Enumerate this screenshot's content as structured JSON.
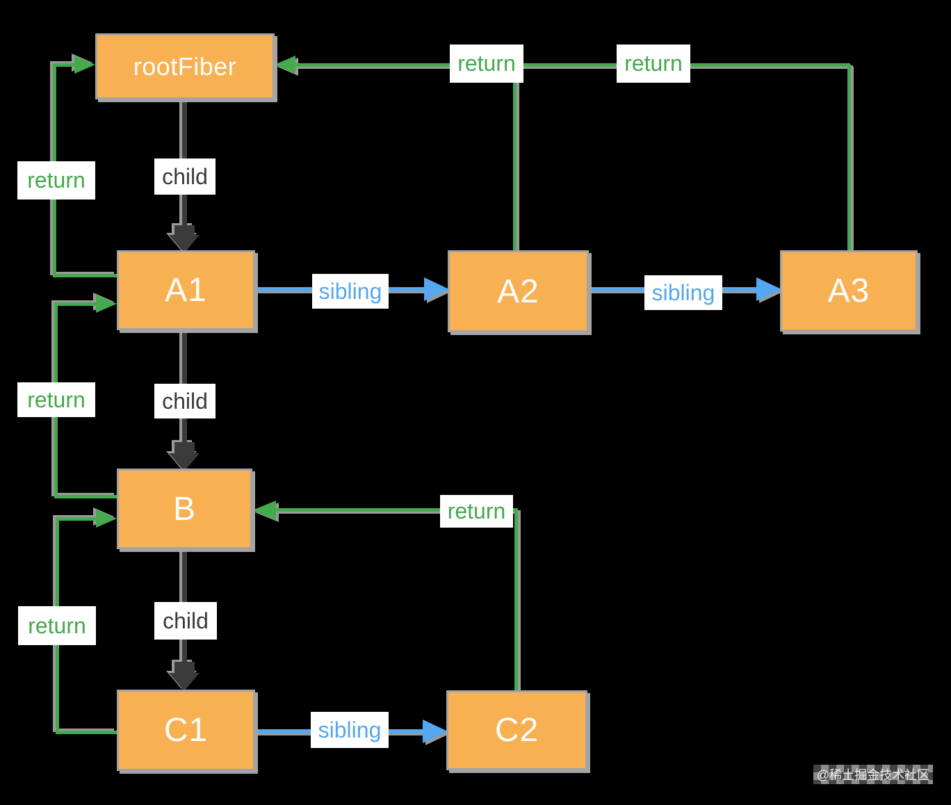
{
  "diagram": {
    "description": "React fiber tree traversal diagram with child, sibling and return pointers",
    "background": "#000000"
  },
  "nodes": [
    {
      "id": "rootFiber",
      "label": "rootFiber"
    },
    {
      "id": "A1",
      "label": "A1"
    },
    {
      "id": "A2",
      "label": "A2"
    },
    {
      "id": "A3",
      "label": "A3"
    },
    {
      "id": "B",
      "label": "B"
    },
    {
      "id": "C1",
      "label": "C1"
    },
    {
      "id": "C2",
      "label": "C2"
    }
  ],
  "edges": [
    {
      "from": "rootFiber",
      "to": "A1",
      "type": "child",
      "label": "child"
    },
    {
      "from": "A1",
      "to": "B",
      "type": "child",
      "label": "child"
    },
    {
      "from": "B",
      "to": "C1",
      "type": "child",
      "label": "child"
    },
    {
      "from": "A1",
      "to": "A2",
      "type": "sibling",
      "label": "sibling"
    },
    {
      "from": "A2",
      "to": "A3",
      "type": "sibling",
      "label": "sibling"
    },
    {
      "from": "C1",
      "to": "C2",
      "type": "sibling",
      "label": "sibling"
    },
    {
      "from": "A1",
      "to": "rootFiber",
      "type": "return",
      "label": "return"
    },
    {
      "from": "B",
      "to": "A1",
      "type": "return",
      "label": "return"
    },
    {
      "from": "C1",
      "to": "B",
      "type": "return",
      "label": "return"
    },
    {
      "from": "A2",
      "to": "rootFiber",
      "type": "return",
      "label": "return"
    },
    {
      "from": "A3",
      "to": "rootFiber",
      "type": "return",
      "label": "return"
    },
    {
      "from": "C2",
      "to": "B",
      "type": "return",
      "label": "return"
    }
  ],
  "colors": {
    "node_fill": "#F7B052",
    "node_text": "#FDFDFD",
    "node_border_shadow": "#A4A4A4",
    "child_arrow": "#3B3B3B",
    "sibling_arrow": "#55A7F0",
    "return_arrow": "#45A94D",
    "label_background": "#FFFFFF",
    "background": "#000000"
  },
  "watermark": "@稀土掘金技术社区"
}
